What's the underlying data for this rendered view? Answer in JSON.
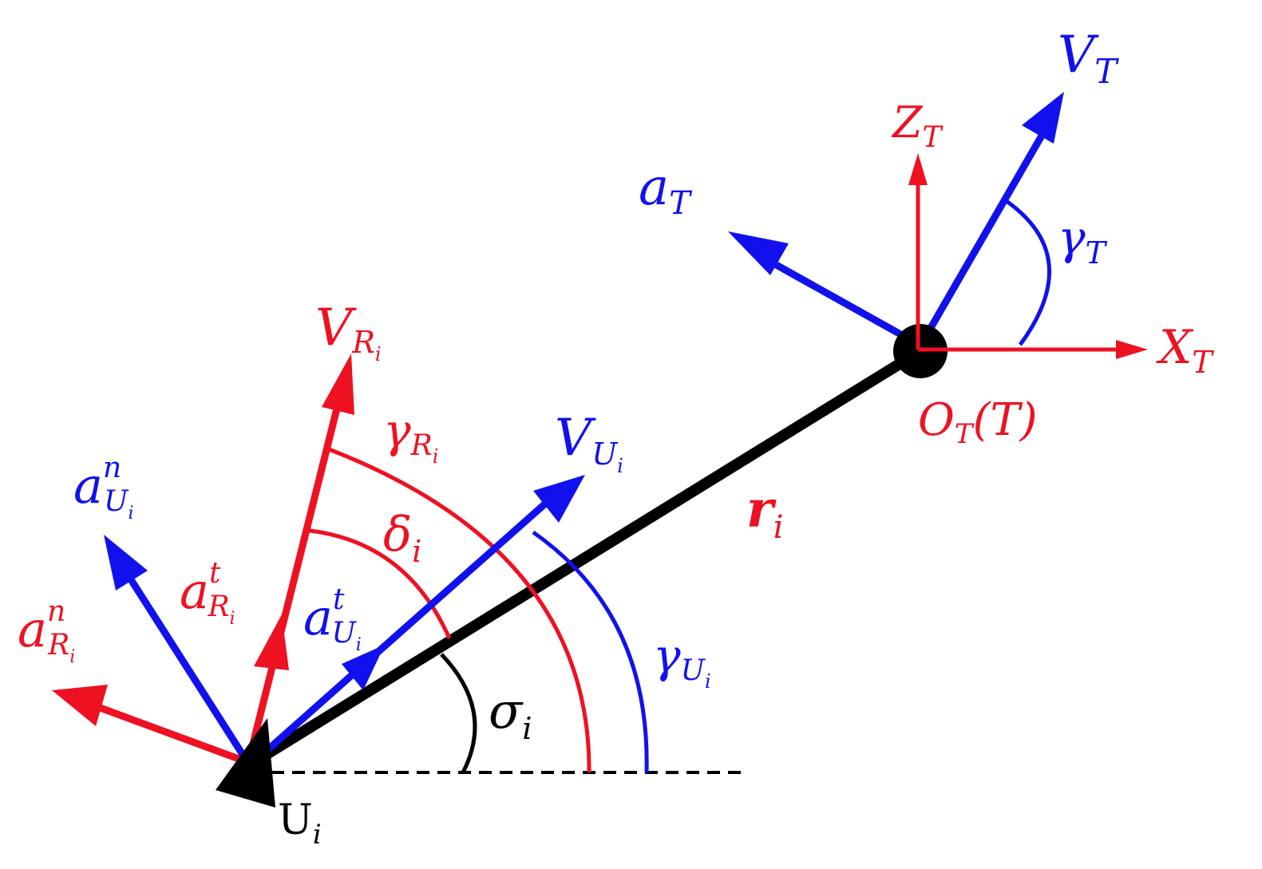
{
  "colors": {
    "red": "#ee1122",
    "blue": "#1111ee",
    "black": "#000000"
  },
  "labels": {
    "v_t": {
      "main": "V",
      "sub": "T"
    },
    "z_t": {
      "main": "Z",
      "sub": "T"
    },
    "x_t": {
      "main": "X",
      "sub": "T"
    },
    "a_t": {
      "main": "a",
      "sub": "T"
    },
    "gamma_t": {
      "main": "γ",
      "sub": "T"
    },
    "o_t": {
      "main": "O",
      "sub": "T",
      "suffix": "(T)"
    },
    "r_i": {
      "main": "r",
      "sub": "i"
    },
    "v_r": {
      "main": "V",
      "sub": "R",
      "subsub": "i"
    },
    "v_u": {
      "main": "V",
      "sub": "U",
      "subsub": "i"
    },
    "gamma_r": {
      "main": "γ",
      "sub": "R",
      "subsub": "i"
    },
    "delta_i": {
      "main": "δ",
      "sub": "i"
    },
    "gamma_u": {
      "main": "γ",
      "sub": "U",
      "subsub": "i"
    },
    "sigma_i": {
      "main": "σ",
      "sub": "i"
    },
    "a_un": {
      "main": "a",
      "sup": "n",
      "sub": "U",
      "subsub": "i"
    },
    "a_rt": {
      "main": "a",
      "sup": "t",
      "sub": "R",
      "subsub": "i"
    },
    "a_ut": {
      "main": "a",
      "sup": "t",
      "sub": "U",
      "subsub": "i"
    },
    "a_rn": {
      "main": "a",
      "sup": "n",
      "sub": "R",
      "subsub": "i"
    },
    "u_i": {
      "main": "U",
      "sub": "i"
    }
  }
}
